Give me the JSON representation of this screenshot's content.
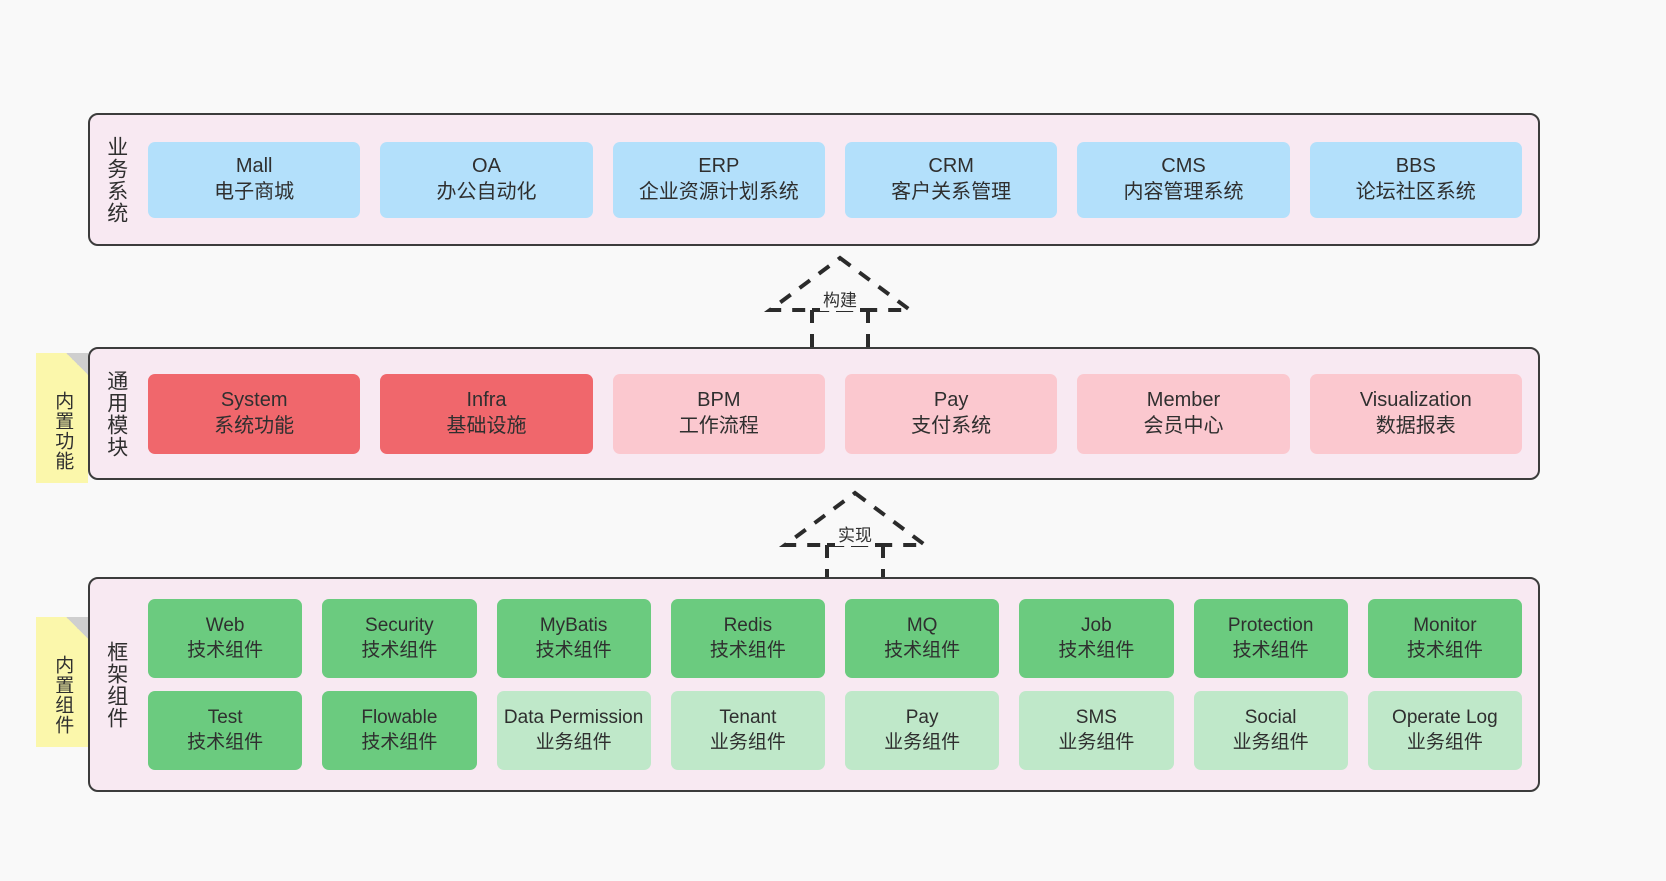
{
  "layers": [
    {
      "id": "business",
      "title": "业务系统",
      "rows": [
        {
          "cells": [
            {
              "name": "Mall",
              "sub": "电子商城",
              "style": "blue"
            },
            {
              "name": "OA",
              "sub": "办公自动化",
              "style": "blue"
            },
            {
              "name": "ERP",
              "sub": "企业资源计划系统",
              "style": "blue"
            },
            {
              "name": "CRM",
              "sub": "客户关系管理",
              "style": "blue"
            },
            {
              "name": "CMS",
              "sub": "内容管理系统",
              "style": "blue"
            },
            {
              "name": "BBS",
              "sub": "论坛社区系统",
              "style": "blue"
            }
          ]
        }
      ]
    },
    {
      "id": "modules",
      "title": "通用模块",
      "rows": [
        {
          "cells": [
            {
              "name": "System",
              "sub": "系统功能",
              "style": "red"
            },
            {
              "name": "Infra",
              "sub": "基础设施",
              "style": "red"
            },
            {
              "name": "BPM",
              "sub": "工作流程",
              "style": "pink"
            },
            {
              "name": "Pay",
              "sub": "支付系统",
              "style": "pink"
            },
            {
              "name": "Member",
              "sub": "会员中心",
              "style": "pink"
            },
            {
              "name": "Visualization",
              "sub": "数据报表",
              "style": "pink"
            }
          ]
        }
      ]
    },
    {
      "id": "framework",
      "title": "框架组件",
      "rows": [
        {
          "cells": [
            {
              "name": "Web",
              "sub": "技术组件",
              "style": "green"
            },
            {
              "name": "Security",
              "sub": "技术组件",
              "style": "green"
            },
            {
              "name": "MyBatis",
              "sub": "技术组件",
              "style": "green"
            },
            {
              "name": "Redis",
              "sub": "技术组件",
              "style": "green"
            },
            {
              "name": "MQ",
              "sub": "技术组件",
              "style": "green"
            },
            {
              "name": "Job",
              "sub": "技术组件",
              "style": "green"
            },
            {
              "name": "Protection",
              "sub": "技术组件",
              "style": "green"
            },
            {
              "name": "Monitor",
              "sub": "技术组件",
              "style": "green"
            }
          ]
        },
        {
          "cells": [
            {
              "name": "Test",
              "sub": "技术组件",
              "style": "green"
            },
            {
              "name": "Flowable",
              "sub": "技术组件",
              "style": "green"
            },
            {
              "name": "Data Permission",
              "sub": "业务组件",
              "style": "lightgreen"
            },
            {
              "name": "Tenant",
              "sub": "业务组件",
              "style": "lightgreen"
            },
            {
              "name": "Pay",
              "sub": "业务组件",
              "style": "lightgreen"
            },
            {
              "name": "SMS",
              "sub": "业务组件",
              "style": "lightgreen"
            },
            {
              "name": "Social",
              "sub": "业务组件",
              "style": "lightgreen"
            },
            {
              "name": "Operate Log",
              "sub": "业务组件",
              "style": "lightgreen"
            }
          ]
        }
      ]
    }
  ],
  "notes": [
    {
      "id": "builtin-func",
      "text": "内置功能"
    },
    {
      "id": "builtin-comp",
      "text": "内置组件"
    }
  ],
  "connectors": [
    {
      "id": "build",
      "label": "构建"
    },
    {
      "id": "impl",
      "label": "实现"
    }
  ],
  "colors": {
    "background": "#f9f9f9",
    "layer_fill": "#f8e9f2",
    "layer_border": "#3c3c3c",
    "blue": "#b3e0fb",
    "red": "#f0676c",
    "pink": "#fbc8cf",
    "green": "#6bcb7f",
    "lightgreen": "#bfe8c9",
    "note": "#fbf7ab",
    "note_fold": "#cfcfcf",
    "text": "#2f2f2f"
  }
}
